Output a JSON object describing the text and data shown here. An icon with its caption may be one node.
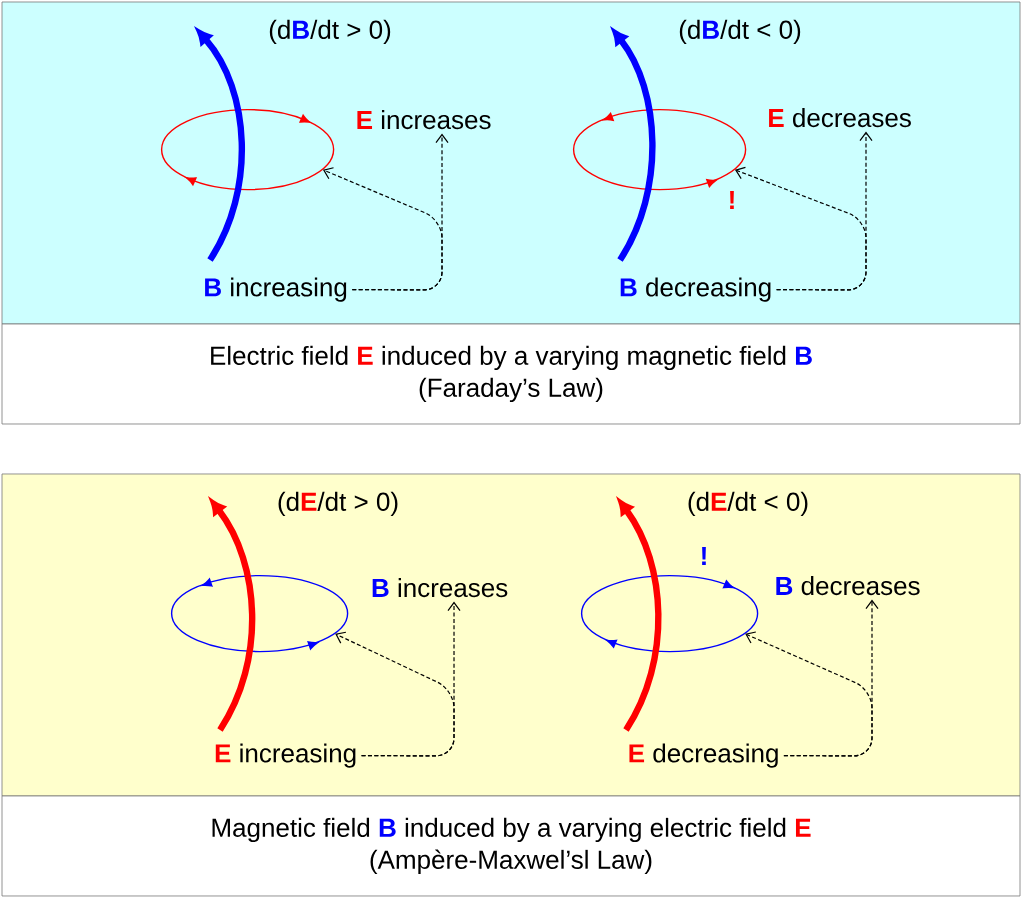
{
  "diagram": {
    "nodes": [
      {
        "text": [],
        "shape": "box"
      },
      {
        "text": [
          "Electric field **E** induced by a varying magnetic field **B**",
          "(Faraday’s Law)"
        ]
      },
      {
        "text": [
          "**E** increases"
        ],
        "in": 0
      },
      {
        "text": [],
        "shape": "ellipse",
        "in": 0
      },
      {
        "text": [
          "**B** increasing"
        ],
        "in": 0
      },
      {
        "text": [
          "**E** decreases"
        ],
        "in": 0
      },
      {
        "text": [],
        "shape": "ellipse",
        "in": 0
      },
      {
        "text": [
          "**B** decreasing"
        ],
        "in": 0
      },
      {
        "text": [],
        "shape": "box"
      },
      {
        "text": [
          "Magnetic field **B** induced by a varying electric field **E**",
          "(Ampère-Maxwel’sl Law)"
        ]
      },
      {
        "text": [
          "**B** increases"
        ],
        "in": 8
      },
      {
        "text": [],
        "shape": "ellipse",
        "in": 8
      },
      {
        "text": [
          "**E** increasing"
        ],
        "in": 8
      },
      {
        "text": [
          "**B** decreases"
        ],
        "in": 8
      },
      {
        "text": [],
        "shape": "ellipse",
        "in": 8
      },
      {
        "text": [
          "**E** decreasing"
        ],
        "in": 8
      }
    ],
    "edges": [
      {
        "from": 4,
        "to": 3,
        "arrow": "to",
        "style": "dashed"
      },
      {
        "from": 4,
        "to": 2,
        "arrow": "to",
        "style": "dashed"
      },
      {
        "from": 7,
        "to": 6,
        "arrow": "to",
        "style": "dashed"
      },
      {
        "from": 7,
        "to": 5,
        "arrow": "to",
        "style": "dashed"
      },
      {
        "from": 12,
        "to": 11,
        "arrow": "to",
        "style": "dashed"
      },
      {
        "from": 12,
        "to": 10,
        "arrow": "to",
        "style": "dashed"
      },
      {
        "from": 15,
        "to": 14,
        "arrow": "to",
        "style": "dashed"
      },
      {
        "from": 15,
        "to": 13,
        "arrow": "to",
        "style": "dashed"
      }
    ],
    "labels": [
      "(d**B**/dt > 0)",
      "(d**B**/dt < 0)",
      "!",
      "(d**E**/dt > 0)",
      "(d**E**/dt < 0)",
      "!"
    ]
  }
}
